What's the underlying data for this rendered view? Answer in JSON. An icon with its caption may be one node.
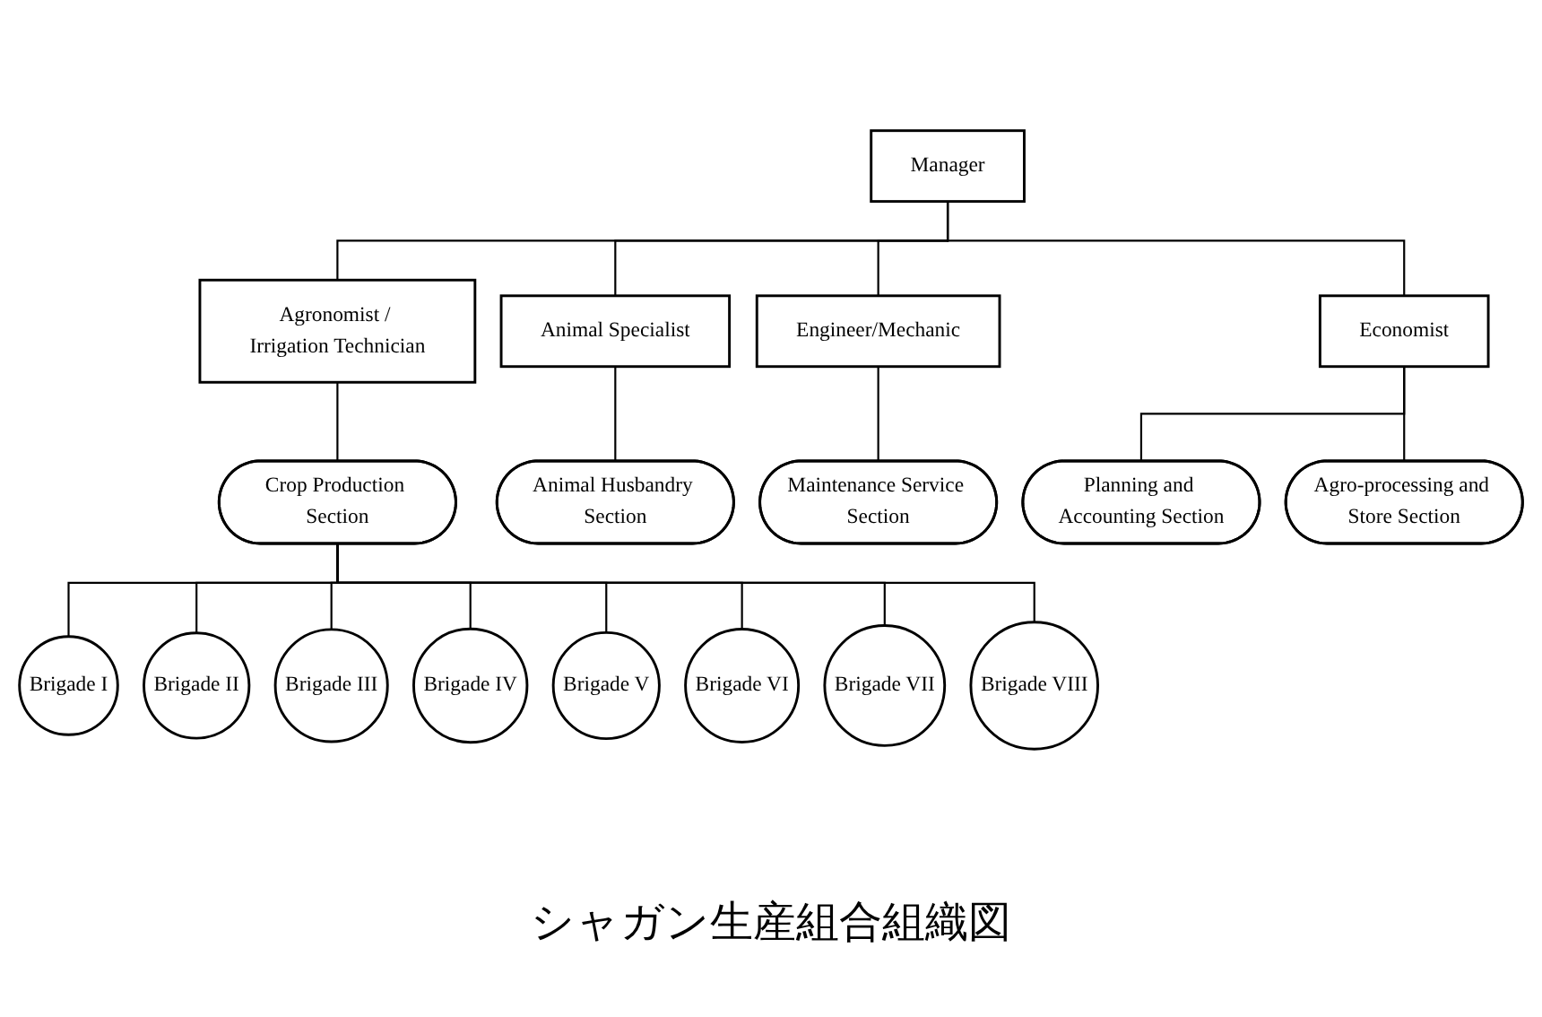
{
  "diagram": {
    "caption": "シャガン生産組合組織図",
    "nodes": [
      {
        "text": [
          "Manager"
        ]
      },
      {
        "text": [
          "Agronomist / Irrigation Technician"
        ]
      },
      {
        "text": [
          "Animal Specialist"
        ]
      },
      {
        "text": [
          "Engineer/Mechanic"
        ]
      },
      {
        "text": [
          "Economist"
        ]
      },
      {
        "text": [
          "Crop Production Section"
        ]
      },
      {
        "text": [
          "Animal Husbandry Section"
        ]
      },
      {
        "text": [
          "Maintenance Service Section"
        ]
      },
      {
        "text": [
          "Planning and Accounting Section"
        ]
      },
      {
        "text": [
          "Agro-processing and Store Section"
        ]
      },
      {
        "text": [
          "Brigade I"
        ]
      },
      {
        "text": [
          "Brigade II"
        ]
      },
      {
        "text": [
          "Brigade III"
        ]
      },
      {
        "text": [
          "Brigade IV"
        ]
      },
      {
        "text": [
          "Brigade V"
        ]
      },
      {
        "text": [
          "Brigade VI"
        ]
      },
      {
        "text": [
          "Brigade VII"
        ]
      },
      {
        "text": [
          "Brigade VIII"
        ]
      }
    ],
    "edges": [
      {
        "from": 0,
        "to": 1,
        "arrow": "none"
      },
      {
        "from": 0,
        "to": 2,
        "arrow": "none"
      },
      {
        "from": 0,
        "to": 3,
        "arrow": "none"
      },
      {
        "from": 0,
        "to": 4,
        "arrow": "none"
      },
      {
        "from": 1,
        "to": 5,
        "arrow": "none"
      },
      {
        "from": 2,
        "to": 6,
        "arrow": "none"
      },
      {
        "from": 3,
        "to": 7,
        "arrow": "none"
      },
      {
        "from": 4,
        "to": 8,
        "arrow": "none"
      },
      {
        "from": 4,
        "to": 9,
        "arrow": "none"
      },
      {
        "from": 5,
        "to": 10,
        "arrow": "none"
      },
      {
        "from": 5,
        "to": 11,
        "arrow": "none"
      },
      {
        "from": 5,
        "to": 12,
        "arrow": "none"
      },
      {
        "from": 5,
        "to": 13,
        "arrow": "none"
      },
      {
        "from": 5,
        "to": 14,
        "arrow": "none"
      },
      {
        "from": 5,
        "to": 15,
        "arrow": "none"
      },
      {
        "from": 5,
        "to": 16,
        "arrow": "none"
      },
      {
        "from": 5,
        "to": 17,
        "arrow": "none"
      }
    ]
  }
}
